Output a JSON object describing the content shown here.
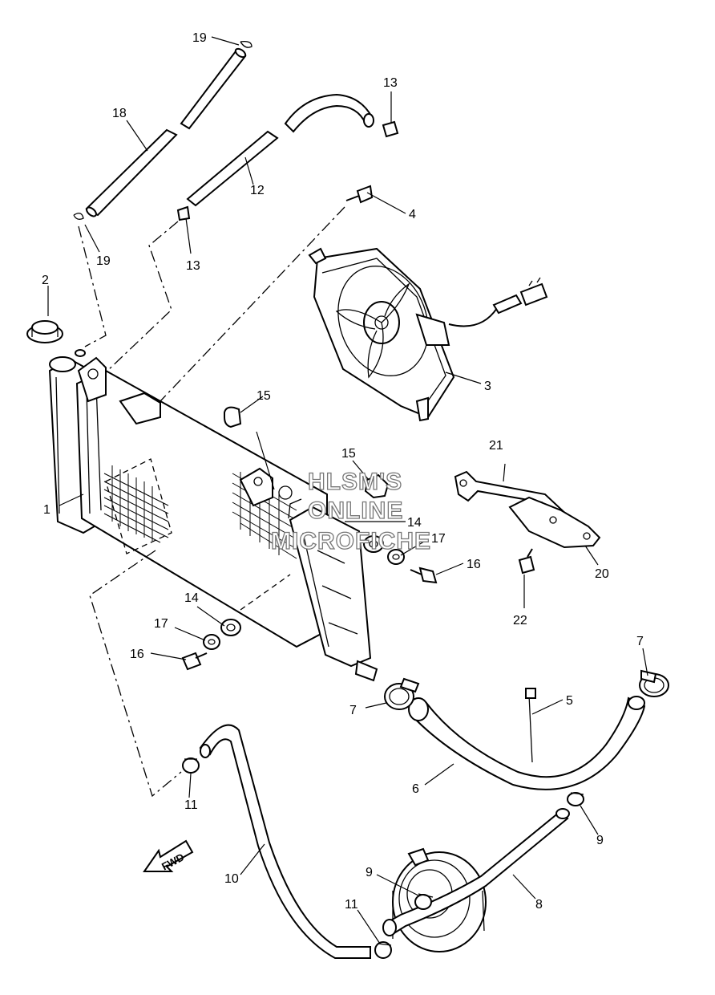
{
  "watermark": {
    "line1": "HLSM'S",
    "line2": "ONLINE",
    "line3": "MICROFICHE"
  },
  "direction_marker": "FWD",
  "callouts": [
    {
      "id": "c1",
      "label": "1"
    },
    {
      "id": "c2",
      "label": "2"
    },
    {
      "id": "c3",
      "label": "3"
    },
    {
      "id": "c4",
      "label": "4"
    },
    {
      "id": "c5",
      "label": "5"
    },
    {
      "id": "c6",
      "label": "6"
    },
    {
      "id": "c7a",
      "label": "7"
    },
    {
      "id": "c7b",
      "label": "7"
    },
    {
      "id": "c8",
      "label": "8"
    },
    {
      "id": "c9a",
      "label": "9"
    },
    {
      "id": "c9b",
      "label": "9"
    },
    {
      "id": "c10",
      "label": "10"
    },
    {
      "id": "c11a",
      "label": "11"
    },
    {
      "id": "c11b",
      "label": "11"
    },
    {
      "id": "c12",
      "label": "12"
    },
    {
      "id": "c13a",
      "label": "13"
    },
    {
      "id": "c13b",
      "label": "13"
    },
    {
      "id": "c14a",
      "label": "14"
    },
    {
      "id": "c14b",
      "label": "14"
    },
    {
      "id": "c15a",
      "label": "15"
    },
    {
      "id": "c15b",
      "label": "15"
    },
    {
      "id": "c16a",
      "label": "16"
    },
    {
      "id": "c16b",
      "label": "16"
    },
    {
      "id": "c17a",
      "label": "17"
    },
    {
      "id": "c17b",
      "label": "17"
    },
    {
      "id": "c18",
      "label": "18"
    },
    {
      "id": "c19a",
      "label": "19"
    },
    {
      "id": "c19b",
      "label": "19"
    },
    {
      "id": "c20",
      "label": "20"
    },
    {
      "id": "c21",
      "label": "21"
    },
    {
      "id": "c22",
      "label": "22"
    }
  ]
}
